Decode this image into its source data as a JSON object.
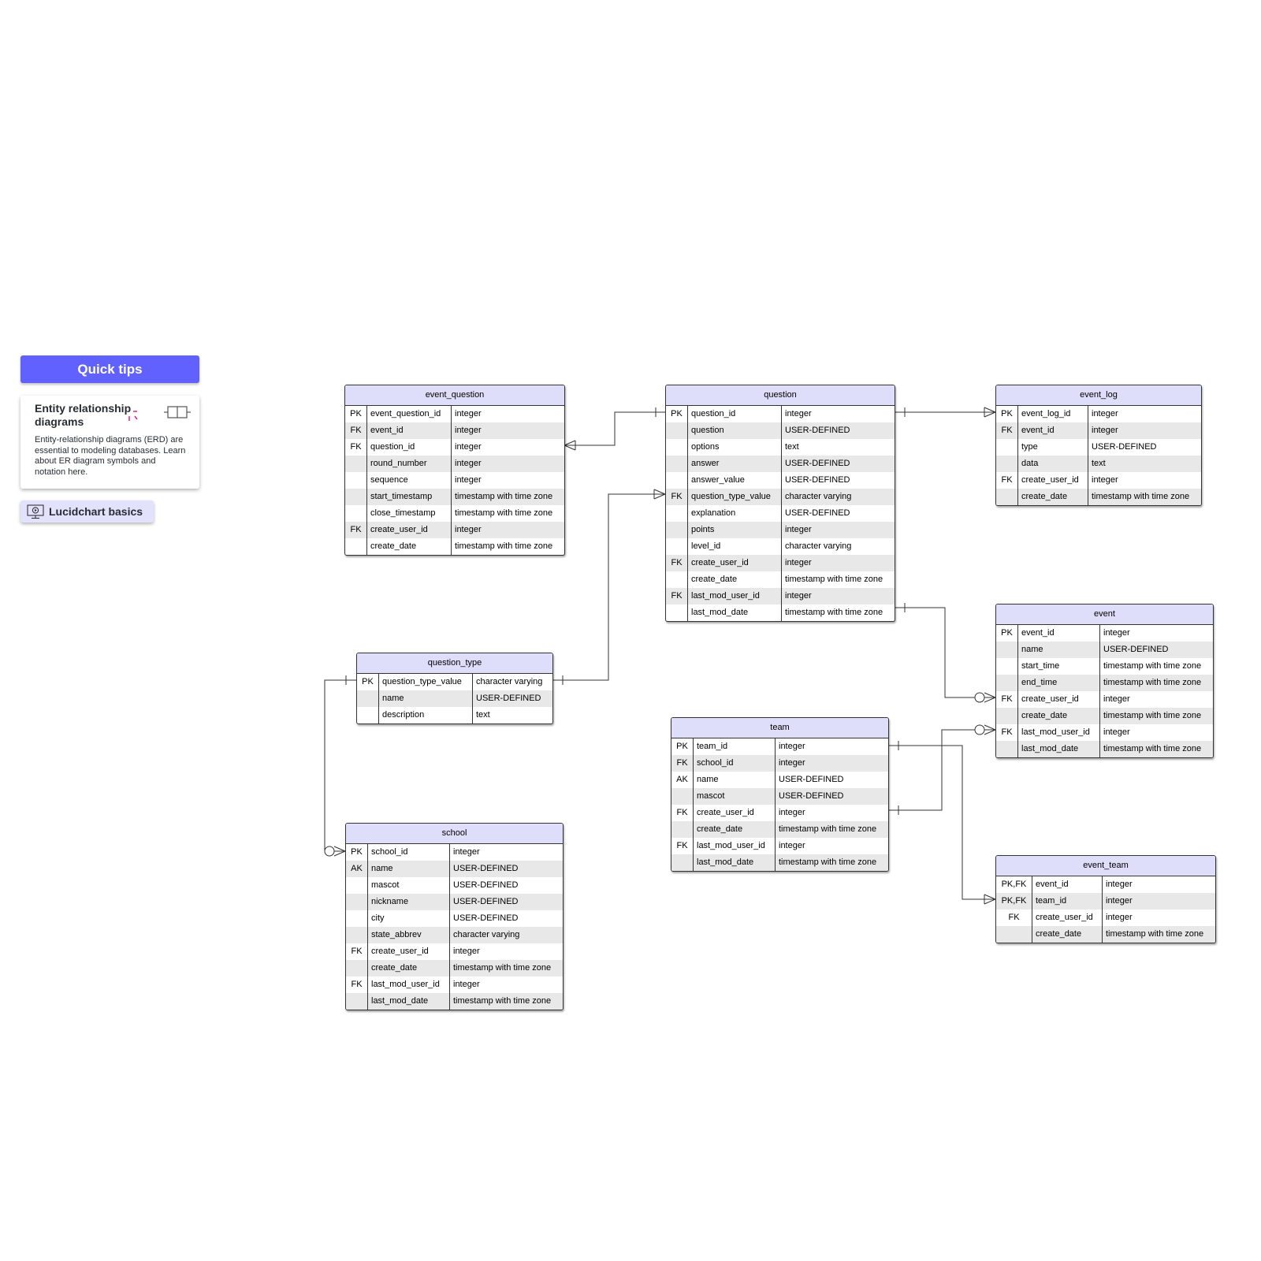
{
  "quick_tips": {
    "header": "Quick tips",
    "card_title": "Entity relationship diagrams",
    "card_desc": "Entity-relationship diagrams (ERD) are essential to modeling databases. Learn about ER diagram symbols and notation here.",
    "basics_label": "Lucidchart basics"
  },
  "colors": {
    "accent": "#6161ff",
    "table_header": "#dedefb",
    "row_alt": "#e8e8e8",
    "basics_bg": "#e2e2fc"
  },
  "tables": {
    "event_question": {
      "name": "event_question",
      "rows": [
        {
          "key": "PK",
          "name": "event_question_id",
          "type": "integer"
        },
        {
          "key": "FK",
          "name": "event_id",
          "type": "integer"
        },
        {
          "key": "FK",
          "name": "question_id",
          "type": "integer"
        },
        {
          "key": "",
          "name": "round_number",
          "type": "integer"
        },
        {
          "key": "",
          "name": "sequence",
          "type": "integer"
        },
        {
          "key": "",
          "name": "start_timestamp",
          "type": "timestamp with time zone"
        },
        {
          "key": "",
          "name": "close_timestamp",
          "type": "timestamp with time zone"
        },
        {
          "key": "FK",
          "name": "create_user_id",
          "type": "integer"
        },
        {
          "key": "",
          "name": "create_date",
          "type": "timestamp with time zone"
        }
      ]
    },
    "question": {
      "name": "question",
      "rows": [
        {
          "key": "PK",
          "name": "question_id",
          "type": "integer"
        },
        {
          "key": "",
          "name": "question",
          "type": "USER-DEFINED"
        },
        {
          "key": "",
          "name": "options",
          "type": "text"
        },
        {
          "key": "",
          "name": "answer",
          "type": "USER-DEFINED"
        },
        {
          "key": "",
          "name": "answer_value",
          "type": "USER-DEFINED"
        },
        {
          "key": "FK",
          "name": "question_type_value",
          "type": "character varying"
        },
        {
          "key": "",
          "name": "explanation",
          "type": "USER-DEFINED"
        },
        {
          "key": "",
          "name": "points",
          "type": "integer"
        },
        {
          "key": "",
          "name": "level_id",
          "type": "character varying"
        },
        {
          "key": "FK",
          "name": "create_user_id",
          "type": "integer"
        },
        {
          "key": "",
          "name": "create_date",
          "type": "timestamp with time zone"
        },
        {
          "key": "FK",
          "name": "last_mod_user_id",
          "type": "integer"
        },
        {
          "key": "",
          "name": "last_mod_date",
          "type": "timestamp with time zone"
        }
      ]
    },
    "event_log": {
      "name": "event_log",
      "rows": [
        {
          "key": "PK",
          "name": "event_log_id",
          "type": "integer"
        },
        {
          "key": "FK",
          "name": "event_id",
          "type": "integer"
        },
        {
          "key": "",
          "name": "type",
          "type": "USER-DEFINED"
        },
        {
          "key": "",
          "name": "data",
          "type": "text"
        },
        {
          "key": "FK",
          "name": "create_user_id",
          "type": "integer"
        },
        {
          "key": "",
          "name": "create_date",
          "type": "timestamp with time zone"
        }
      ]
    },
    "event": {
      "name": "event",
      "rows": [
        {
          "key": "PK",
          "name": "event_id",
          "type": "integer"
        },
        {
          "key": "",
          "name": "name",
          "type": "USER-DEFINED"
        },
        {
          "key": "",
          "name": "start_time",
          "type": "timestamp with time zone"
        },
        {
          "key": "",
          "name": "end_time",
          "type": "timestamp with time zone"
        },
        {
          "key": "FK",
          "name": "create_user_id",
          "type": "integer"
        },
        {
          "key": "",
          "name": "create_date",
          "type": "timestamp with time zone"
        },
        {
          "key": "FK",
          "name": "last_mod_user_id",
          "type": "integer"
        },
        {
          "key": "",
          "name": "last_mod_date",
          "type": "timestamp with time zone"
        }
      ]
    },
    "question_type": {
      "name": "question_type",
      "rows": [
        {
          "key": "PK",
          "name": "question_type_value",
          "type": "character varying"
        },
        {
          "key": "",
          "name": "name",
          "type": "USER-DEFINED"
        },
        {
          "key": "",
          "name": "description",
          "type": "text"
        }
      ]
    },
    "team": {
      "name": "team",
      "rows": [
        {
          "key": "PK",
          "name": "team_id",
          "type": "integer"
        },
        {
          "key": "FK",
          "name": "school_id",
          "type": "integer"
        },
        {
          "key": "AK",
          "name": "name",
          "type": "USER-DEFINED"
        },
        {
          "key": "",
          "name": "mascot",
          "type": "USER-DEFINED"
        },
        {
          "key": "FK",
          "name": "create_user_id",
          "type": "integer"
        },
        {
          "key": "",
          "name": "create_date",
          "type": "timestamp with time zone"
        },
        {
          "key": "FK",
          "name": "last_mod_user_id",
          "type": "integer"
        },
        {
          "key": "",
          "name": "last_mod_date",
          "type": "timestamp with time zone"
        }
      ]
    },
    "school": {
      "name": "school",
      "rows": [
        {
          "key": "PK",
          "name": "school_id",
          "type": "integer"
        },
        {
          "key": "AK",
          "name": "name",
          "type": "USER-DEFINED"
        },
        {
          "key": "",
          "name": "mascot",
          "type": "USER-DEFINED"
        },
        {
          "key": "",
          "name": "nickname",
          "type": "USER-DEFINED"
        },
        {
          "key": "",
          "name": "city",
          "type": "USER-DEFINED"
        },
        {
          "key": "",
          "name": "state_abbrev",
          "type": "character varying"
        },
        {
          "key": "FK",
          "name": "create_user_id",
          "type": "integer"
        },
        {
          "key": "",
          "name": "create_date",
          "type": "timestamp with time zone"
        },
        {
          "key": "FK",
          "name": "last_mod_user_id",
          "type": "integer"
        },
        {
          "key": "",
          "name": "last_mod_date",
          "type": "timestamp with time zone"
        }
      ]
    },
    "event_team": {
      "name": "event_team",
      "rows": [
        {
          "key": "PK,FK",
          "name": "event_id",
          "type": "integer"
        },
        {
          "key": "PK,FK",
          "name": "team_id",
          "type": "integer"
        },
        {
          "key": "FK",
          "name": "create_user_id",
          "type": "integer"
        },
        {
          "key": "",
          "name": "create_date",
          "type": "timestamp with time zone"
        }
      ]
    }
  },
  "relationships": [
    {
      "from": "question",
      "to": "event_question",
      "from_end": "one",
      "to_end": "many"
    },
    {
      "from": "question",
      "to": "event_log",
      "from_end": "one",
      "to_end": "many"
    },
    {
      "from": "question_type",
      "to": "question",
      "from_end": "one",
      "to_end": "many"
    },
    {
      "from": "question_type",
      "to": "school",
      "from_end": "one",
      "to_end": "zero-or-many"
    },
    {
      "from": "question",
      "to": "event",
      "from_end": "one",
      "to_end": "zero-or-many"
    },
    {
      "from": "team",
      "to": "event",
      "from_end": "one",
      "to_end": "zero-or-many"
    },
    {
      "from": "team",
      "to": "event_team",
      "from_end": "one",
      "to_end": "many"
    }
  ]
}
